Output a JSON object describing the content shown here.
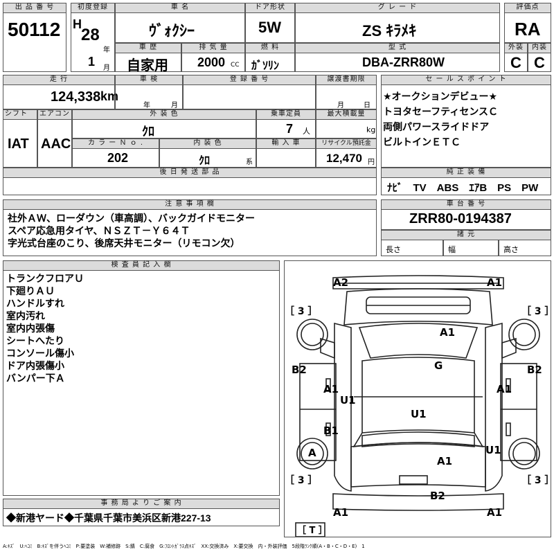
{
  "header_labels": {
    "lot_no": "出 品 番 号",
    "first_reg": "初度登録",
    "car_name": "車 名",
    "door": "ドア形状",
    "grade": "グ レ ー ド",
    "score": "評価点",
    "history": "車 歴",
    "displacement": "排 気 量",
    "fuel": "燃 料",
    "model": "型 式",
    "exterior": "外装",
    "interior": "内装",
    "mileage": "走 行",
    "inspection": "車 検",
    "reg_no": "登 録 番 号",
    "transfer": "譲渡書期限",
    "sales": "セ ー ル ス ポ イ ン ト",
    "shift": "シフト",
    "ac": "エアコン",
    "color": "外 装 色",
    "capacity": "乗車定員",
    "load": "最大積載量",
    "color_no": "カ ラ ー Ｎ ｏ .",
    "int_color": "内 装 色",
    "import": "輸 入 車",
    "recycle": "リサイクル預託金",
    "later": "後 日 発 送 部 品",
    "equipment": "純 正 装 備",
    "notes": "注 意 事 項 欄",
    "chassis": "車 台 番 号",
    "specs": "諸 元",
    "inspector": "検 査 員 記 入 欄",
    "office": "事 務 局 よ り ご 案 内"
  },
  "lot": {
    "number": "50112"
  },
  "first_reg": {
    "era": "H",
    "year": "28",
    "year_unit": "年",
    "month": "1",
    "month_unit": "月"
  },
  "car": {
    "name": "ｳﾞｫｸｼｰ",
    "door": "5W",
    "grade": "ZS ｷﾗﾒｷ",
    "score": "RA",
    "ext_score": "C",
    "int_score": "C"
  },
  "history": "自家用",
  "displacement": {
    "value": "2000",
    "unit": "CC"
  },
  "fuel": "ｶﾞｿﾘﾝ",
  "model": "DBA-ZRR80W",
  "mileage": {
    "value": "124,338",
    "unit": "km"
  },
  "inspection": {
    "year_unit": "年",
    "month_unit": "月"
  },
  "transfer": {
    "month_unit": "月",
    "day_unit": "日"
  },
  "sales_points": [
    "★オークションデビュー★",
    "トヨタセーフティセンスＣ",
    "両側パワースライドドア",
    "ビルトインＥＴＣ"
  ],
  "shift": "IAT",
  "ac": "AAC",
  "color": "ｸﾛ",
  "capacity": {
    "value": "7",
    "unit": "人"
  },
  "load_unit": "kg",
  "color_no": "202",
  "int_color": {
    "value": "ｸﾛ",
    "unit": "系"
  },
  "recycle": {
    "value": "12,470",
    "unit": "円"
  },
  "equipment": "ﾅﾋﾞ　TV　ABS　ｴｱB　PS　PW",
  "notes": [
    "社外ＡＷ、ローダウン（車高調）、バックガイドモニター",
    "スペア応急用タイヤ、ＮＳＺＴ－Ｙ６４Ｔ",
    "字光式台座のこり、後席天井モニター（リモコン欠）"
  ],
  "chassis_no": "ZRR80-0194387",
  "specs": {
    "length": "長さ",
    "width": "幅",
    "height": "高さ"
  },
  "inspector_notes": [
    "トランクフロアＵ",
    "下廻りＡＵ",
    "ハンドルすれ",
    "室内汚れ",
    "室内内張傷",
    "シートへたり",
    "コンソール傷小",
    "ドア内張傷小",
    "バンパー下Ａ"
  ],
  "office_note": "◆新港ヤード◆千葉県千葉市美浜区新港227-13",
  "legend": "A:ｷｽﾞ　U:ﾍｺﾐ　B:ｷｽﾞを伴うﾍｺﾐ　P:要塗装　W:補修跡　S:錆　C:腐食　G:ﾌﾛﾝﾄｶﾞﾗｽ点ｷｽﾞ　XX:交換済み　X:要交換　内・外装評価　5段階ﾗﾝｸ順(A・B・C・D・E)　1",
  "diagram_marks": {
    "a2_top_left": "A2",
    "a1_top_right": "A1",
    "bracket_tl": "［ 3 ］",
    "bracket_tr": "［ 3 ］",
    "bracket_bl": "［ 3 ］",
    "bracket_br": "［ 3 ］",
    "a1_roof": "A1",
    "g_glass": "G",
    "b2_left": "B2",
    "b2_right": "B2",
    "a1_left_door": "A1",
    "u1_left": "U1",
    "a1_right_door": "A1",
    "u1_center": "U1",
    "b1_left": "B1",
    "a_wheel": "A",
    "u1_right": "U1",
    "a1_rear": "A1",
    "b2_bottom": "B2",
    "a1_bottom_left": "A1",
    "a1_bottom_right": "A1",
    "t_spare": "［ T ］"
  }
}
